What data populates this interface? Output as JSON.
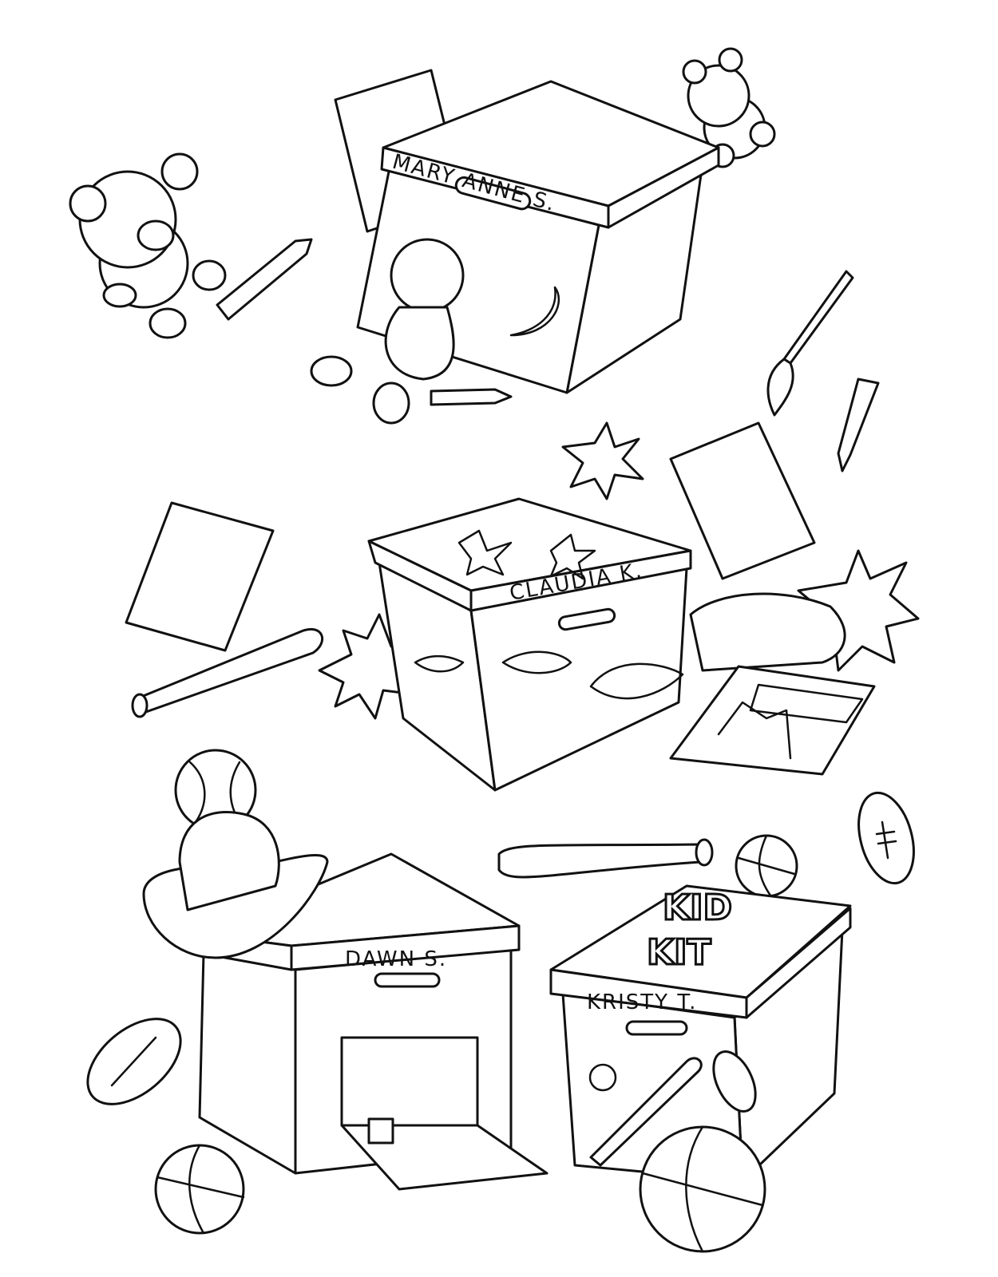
{
  "boxes": {
    "mary_anne": {
      "label": "MARY ANNE S."
    },
    "claudia": {
      "label": "CLAUDIA K."
    },
    "dawn": {
      "label": "DAWN S."
    },
    "kristy": {
      "label": "KRISTY T.",
      "lid_title_1": "KID",
      "lid_title_2": "KIT"
    }
  },
  "colors": {
    "line": "#111111",
    "background": "#ffffff"
  }
}
